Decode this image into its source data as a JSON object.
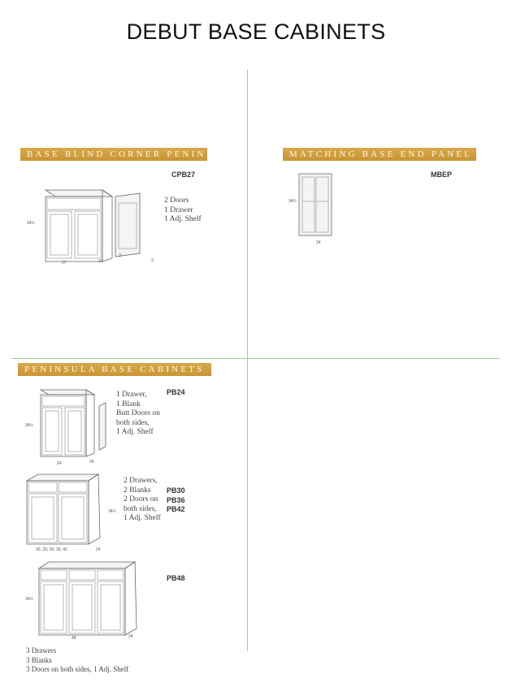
{
  "page_title": "DEBUT BASE CABINETS",
  "sections": {
    "blind_corner": {
      "banner": "BASE BLIND CORNER PENIN",
      "code": "CPB27",
      "specs": [
        "2 Doors",
        "1 Drawer",
        "1 Adj. Shelf"
      ],
      "dims": {
        "height": "34½",
        "width": "27",
        "depth": "24",
        "panel_depth": "3",
        "panel_width": "3"
      }
    },
    "end_panel": {
      "banner": "MATCHING BASE END PANEL",
      "code": "MBEP",
      "dims": {
        "height": "34½",
        "width": "24"
      }
    },
    "peninsula": {
      "banner": "PENINSULA BASE CABINETS",
      "pb24": {
        "code": "PB24",
        "specs": [
          "1 Drawer,",
          "1 Blank",
          "Butt Doors on",
          "both sides,",
          "1 Adj. Shelf"
        ],
        "dims": {
          "height": "34½",
          "width": "24",
          "depth": "24"
        }
      },
      "pb30": {
        "codes": [
          "PB30",
          "PB36",
          "PB42"
        ],
        "specs": [
          "2 Drawers,",
          "2 Blanks",
          "2 Doors on",
          "both sides,",
          "1 Adj. Shelf"
        ],
        "dims": {
          "height": "34½",
          "widths": "30, 33, 36, 39, 42",
          "depth": "24"
        }
      },
      "pb48": {
        "code": "PB48",
        "dims": {
          "height": "34½",
          "width": "48",
          "depth": "24"
        },
        "specs": [
          "3 Drawers",
          "3 Blanks",
          "3 Doors on both sides, 1 Adj. Shelf"
        ]
      }
    }
  }
}
